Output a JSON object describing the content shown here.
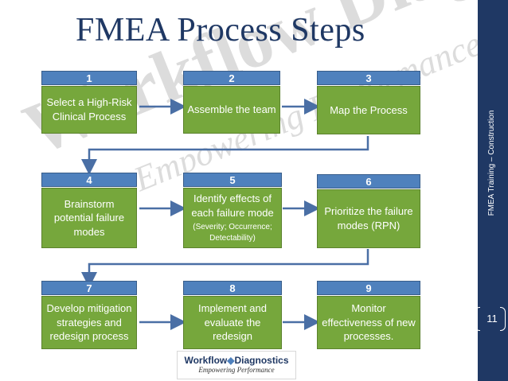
{
  "title": "FMEA Process Steps",
  "watermark": {
    "line1": "Workflow Diagnostics",
    "line2": "Empowering Performance"
  },
  "sidebar": {
    "label": "FMEA Training – Construction",
    "page_number": "11",
    "color": "#1f3864"
  },
  "colors": {
    "header": "#4f81bd",
    "box": "#76a73c",
    "arrow": "#4a6fa5"
  },
  "steps": [
    {
      "num": "1",
      "text": "Select a High-Risk Clinical Process",
      "sub": ""
    },
    {
      "num": "2",
      "text": "Assemble the team",
      "sub": ""
    },
    {
      "num": "3",
      "text": "Map the Process",
      "sub": ""
    },
    {
      "num": "4",
      "text": "Brainstorm potential failure modes",
      "sub": ""
    },
    {
      "num": "5",
      "text": "Identify effects of each failure mode",
      "sub": "(Severity; Occurrence; Detectability)"
    },
    {
      "num": "6",
      "text": "Prioritize the failure modes (RPN)",
      "sub": ""
    },
    {
      "num": "7",
      "text": "Develop mitigation strategies and redesign process",
      "sub": ""
    },
    {
      "num": "8",
      "text": "Implement and evaluate the redesign",
      "sub": ""
    },
    {
      "num": "9",
      "text": "Monitor effectiveness of new processes.",
      "sub": ""
    }
  ],
  "logo": {
    "brand_a": "Workflow",
    "brand_b": "Diagnostics",
    "tagline": "Empowering Performance"
  }
}
